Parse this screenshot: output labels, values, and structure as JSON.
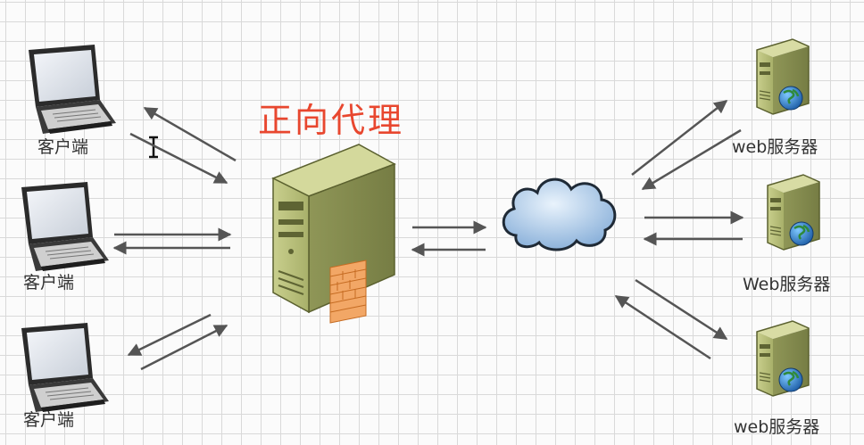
{
  "title": "正向代理",
  "clients": [
    {
      "label": "客户端"
    },
    {
      "label": "客户端"
    },
    {
      "label": "客户端"
    }
  ],
  "servers": [
    {
      "label": "web服务器"
    },
    {
      "label": "Web服务器"
    },
    {
      "label": "web服务器"
    }
  ],
  "icons": {
    "client": "laptop-icon",
    "proxy": "proxy-server-icon",
    "internet": "cloud-icon",
    "server": "web-server-icon",
    "cursor": "text-cursor-icon"
  },
  "colors": {
    "title": "#e8472f",
    "server_body": "#b9c07a",
    "arrow": "#555555",
    "cloud": "#9fc3e6"
  }
}
